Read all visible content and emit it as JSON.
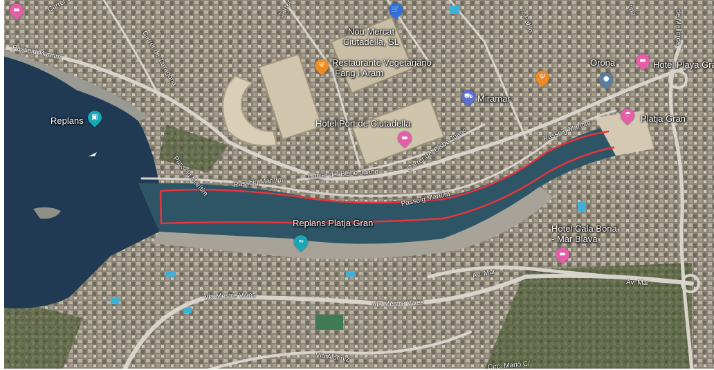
{
  "map": {
    "colors": {
      "sea": "#1f3a52",
      "cove": "#2e5566",
      "land": "#5f6b4a",
      "urban": "#8f8a7c",
      "road": "#d8d4cc",
      "route": "#e8343c",
      "pin_hotel": "#e55fa8",
      "pin_food": "#f08a24",
      "pin_shop": "#2f6fe0",
      "pin_park": "#1aa6b7",
      "pin_place": "#5b7fa0"
    },
    "pois": [
      {
        "id": "replans",
        "label": "Replans",
        "icon": "camera-icon"
      },
      {
        "id": "nou-mercat",
        "label_lines": [
          "Nou Mercat",
          "Ciutadella, SL"
        ],
        "icon": "shopping-cart-icon"
      },
      {
        "id": "restaurante",
        "label_lines": [
          "Restaurante Vegetariano",
          "Fang i Aram"
        ],
        "icon": "fork-knife-icon"
      },
      {
        "id": "miramar",
        "label": "Miramar",
        "icon": "car-icon"
      },
      {
        "id": "hotel-port",
        "label": "Hotel Port de Ciutadella",
        "icon": "bed-icon"
      },
      {
        "id": "orona",
        "label": "Orona",
        "icon": "location-pin-icon"
      },
      {
        "id": "hotel-playa",
        "label": "Hotel Playa Gra",
        "icon": "bed-icon"
      },
      {
        "id": "platja-gran",
        "label": "Platja Gran",
        "icon": "beach-icon"
      },
      {
        "id": "replans-platja",
        "label": "Replans Platja Gran",
        "icon": "swim-icon"
      },
      {
        "id": "hotel-cala-bona",
        "label_lines": [
          "Hotel Cala Bona",
          "- Mar Blava"
        ],
        "icon": "bed-icon"
      }
    ],
    "roads": [
      {
        "id": "passeig-1",
        "label": "Passeig Marítim"
      },
      {
        "id": "passeig-2",
        "label": "Passeig Marítim"
      },
      {
        "id": "passeig-3",
        "label": "Passeig Marítim"
      },
      {
        "id": "passeig-4",
        "label": "Passeig Marítim"
      },
      {
        "id": "passeig-5",
        "label": "Passeig Marítim"
      },
      {
        "id": "bisbe-1",
        "label": "Carrer del Bisbe Juano"
      },
      {
        "id": "bisbe-2",
        "label": "Carrer del Bisbe Juano"
      },
      {
        "id": "tarragona",
        "label": "Carrer de Tarragona"
      },
      {
        "id": "carrer-top",
        "label": "Carrer"
      },
      {
        "id": "carrer-de",
        "label": "Carrer de"
      },
      {
        "id": "mestre-1",
        "label": "Via Mestre Vives"
      },
      {
        "id": "mestre-2",
        "label": "Via Mestre Vives"
      },
      {
        "id": "av-mar-1",
        "label": "Av. Mar"
      },
      {
        "id": "av-mar-2",
        "label": "Av. Mar"
      },
      {
        "id": "albeniz",
        "label": "Via Albéniz"
      },
      {
        "id": "de-mallorca",
        "label": "de Mallorca"
      },
      {
        "id": "pablo",
        "label": "iz Pablo"
      },
      {
        "id": "tina",
        "label": "tina"
      },
      {
        "id": "bottom-cut",
        "label": "Circ. Marió C/ "
      }
    ]
  }
}
